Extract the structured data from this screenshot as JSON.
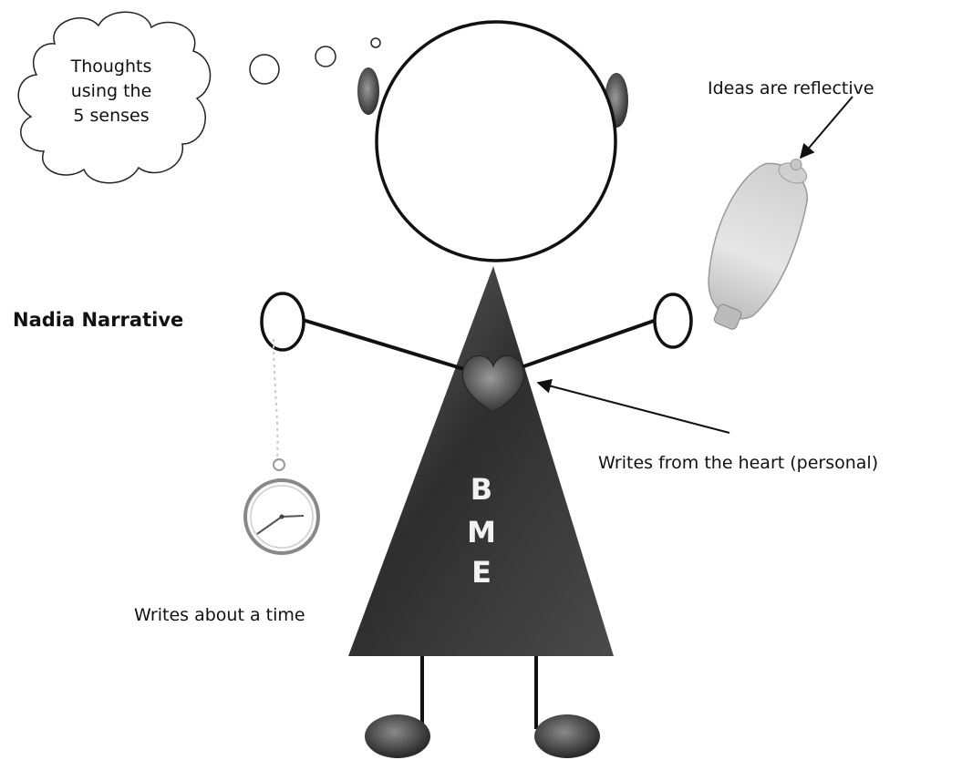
{
  "thought_bubble": {
    "lines": [
      "Thoughts",
      "using the",
      "5 senses"
    ]
  },
  "character_name": "Nadia Narrative",
  "annotations": {
    "ideas": "Ideas are reflective",
    "heart": "Writes from the heart (personal)",
    "time": "Writes about a time"
  },
  "body_letters": [
    "B",
    "M",
    "E"
  ],
  "colors": {
    "ink": "#111111",
    "body_fill": "#3a3a3a",
    "accent_gray": "#7a7a7a"
  }
}
